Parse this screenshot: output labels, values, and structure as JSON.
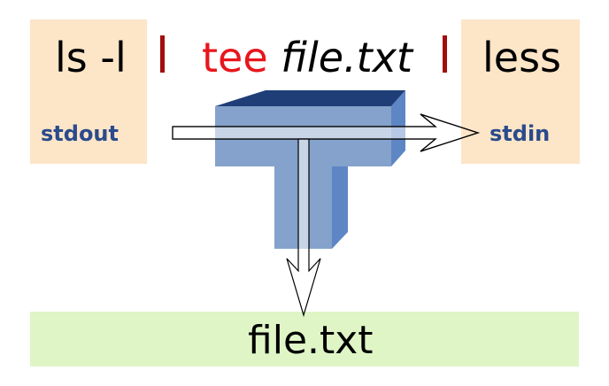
{
  "command": {
    "first": "ls -l",
    "tee_keyword": "tee",
    "tee_argument": "file.txt",
    "last": "less"
  },
  "streams": {
    "output": "stdout",
    "input": "stdin"
  },
  "output_file": "file.txt",
  "colors": {
    "command_box": "#fde5c7",
    "file_box": "#dff5c6",
    "pipe": "#a10e0e",
    "tee_keyword": "#e8161d",
    "stream_label": "#2a4b8c",
    "tee_front": "#84a2cb",
    "tee_top": "#1f3e78",
    "tee_side": "#5e86c4"
  }
}
